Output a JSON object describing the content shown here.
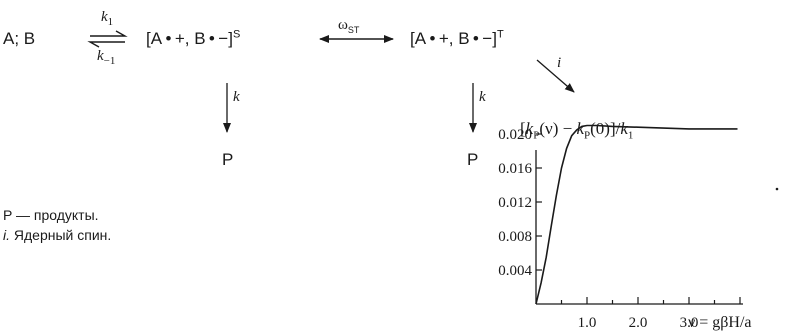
{
  "scheme": {
    "reactants": "A; B",
    "k1": {
      "base": "k",
      "sub": "1"
    },
    "km1": {
      "base": "k",
      "sub": "−1"
    },
    "singlet": {
      "text": "[A • +, B • −]",
      "sup": "S"
    },
    "omega": {
      "base": "ω",
      "sub": "ST"
    },
    "triplet": {
      "text": "[A • +, B • −]",
      "sup": "T"
    },
    "i_label": "i",
    "k_left": "k",
    "k_right": "k",
    "p_left": "P",
    "p_right": "P"
  },
  "notes": {
    "products": "P — продукты.",
    "spin_i": "i.",
    "spin_text": " Ядерный спин."
  },
  "chart_data": {
    "type": "line",
    "title": "[kP(ν) − kP(0)]/k1",
    "title_parts": {
      "open": "[",
      "k": "k",
      "P": "P",
      "nu": "(ν) − ",
      "k2": "k",
      "P2": "P",
      "zero": "(0)]/",
      "k3": "k",
      "one": "1"
    },
    "xlabel": "ν = gβH/a",
    "x_ticks": [
      "1.0",
      "2.0",
      "3.0"
    ],
    "y_ticks": [
      "0.004",
      "0.008",
      "0.012",
      "0.016",
      "0.020"
    ],
    "xlim": [
      0,
      4.0
    ],
    "ylim": [
      0,
      0.021
    ],
    "series": [
      {
        "x": [
          0,
          0.1,
          0.2,
          0.3,
          0.4,
          0.5,
          0.6,
          0.7,
          0.8,
          0.9,
          1.0,
          1.2,
          1.5,
          2.0,
          2.5,
          3.0,
          3.5,
          3.95
        ],
        "y": [
          0,
          0.0025,
          0.0055,
          0.0092,
          0.0128,
          0.016,
          0.0183,
          0.0198,
          0.0205,
          0.0209,
          0.021,
          0.021,
          0.0209,
          0.0208,
          0.0207,
          0.0206,
          0.0206,
          0.0206
        ]
      }
    ]
  }
}
